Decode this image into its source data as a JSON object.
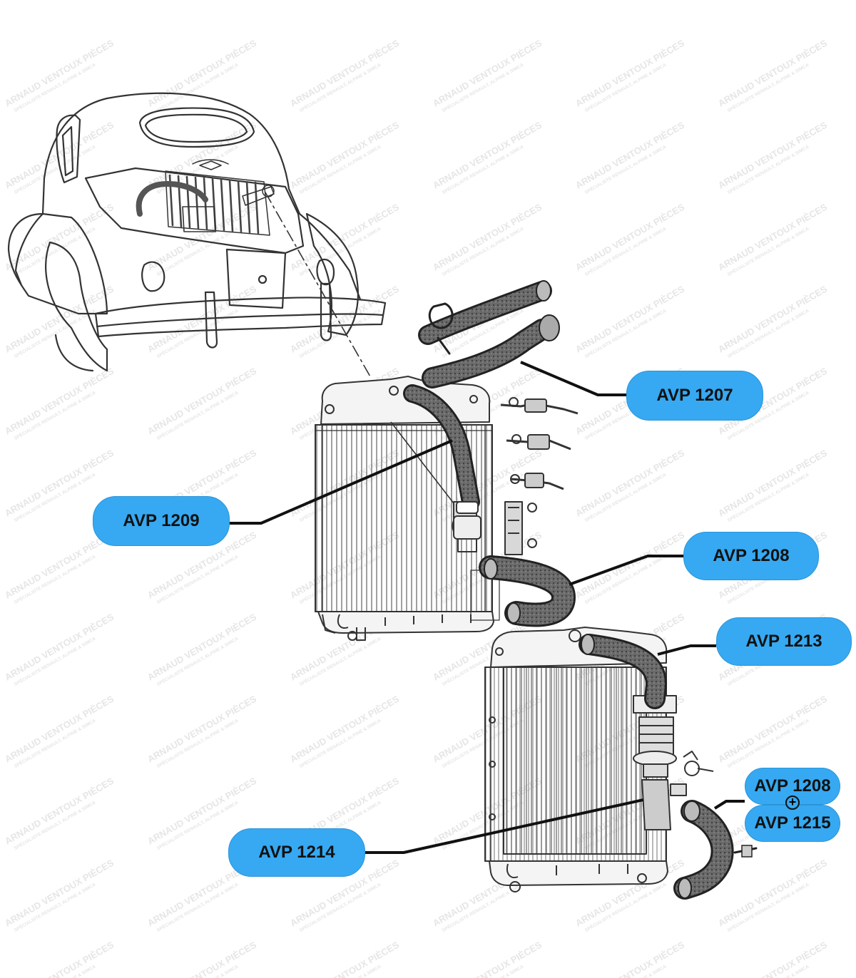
{
  "diagram": {
    "callouts": [
      {
        "id": "1207",
        "label": "AVP 1207"
      },
      {
        "id": "1209",
        "label": "AVP 1209"
      },
      {
        "id": "1208",
        "label": "AVP 1208"
      },
      {
        "id": "1213",
        "label": "AVP 1213"
      },
      {
        "id": "1214",
        "label": "AVP 1214"
      }
    ],
    "stacked_callout": {
      "top_label": "AVP 1208",
      "bottom_label": "AVP 1215",
      "joiner": "+"
    },
    "watermark": {
      "line1": "ARNAUD VENTOUX PIÈCES",
      "line2": "SPÉCIALISTE RENAULT, ALPINE & SIMCA"
    },
    "colors": {
      "callout_fill": "#36a9f2",
      "leader_line": "#111111",
      "drawing_ink": "#333333",
      "watermark": "#e6e6e6"
    }
  }
}
